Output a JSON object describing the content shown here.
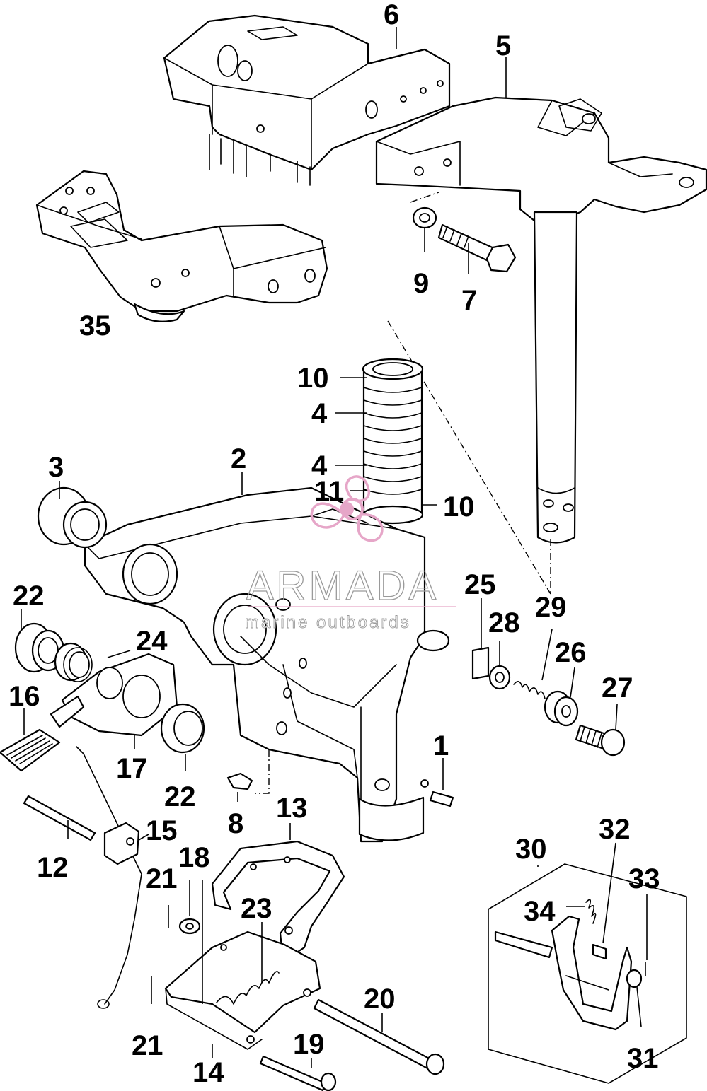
{
  "watermark": {
    "brand": "ARMADA",
    "tagline": "marine outboards",
    "accent_color": "#e6a6c8"
  },
  "callouts": {
    "c1": "1",
    "c2": "2",
    "c3": "3",
    "c4a": "4",
    "c4b": "4",
    "c5": "5",
    "c6": "6",
    "c7": "7",
    "c8": "8",
    "c9": "9",
    "c10a": "10",
    "c10b": "10",
    "c11": "11",
    "c12": "12",
    "c13": "13",
    "c14": "14",
    "c15": "15",
    "c16": "16",
    "c17": "17",
    "c18": "18",
    "c19": "19",
    "c20": "20",
    "c21a": "21",
    "c21b": "21",
    "c22a": "22",
    "c22b": "22",
    "c23": "23",
    "c24": "24",
    "c25": "25",
    "c26": "26",
    "c27": "27",
    "c28": "28",
    "c29": "29",
    "c30": "30",
    "c31": "31",
    "c32": "32",
    "c33": "33",
    "c34": "34",
    "c35": "35"
  }
}
